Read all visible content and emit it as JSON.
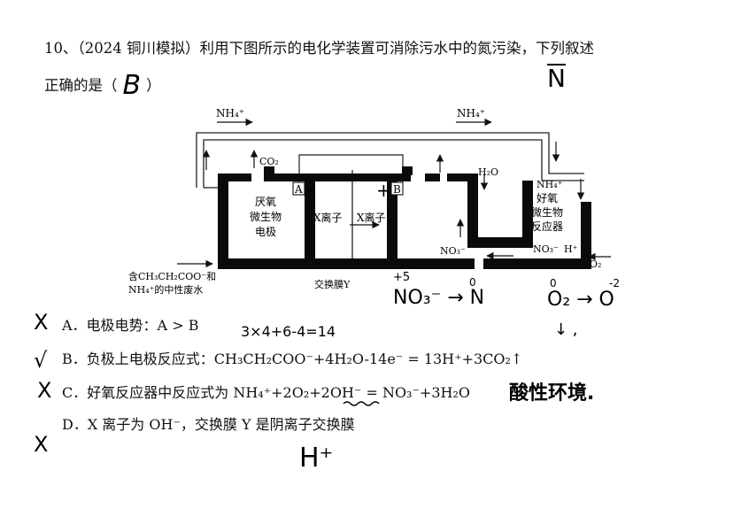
{
  "question": {
    "line1": "10、（2024 铜川模拟）利用下图所示的电化学装置可消除污水中的氮污染，下列叙述",
    "line2_prefix": "正确的是（",
    "line2_suffix": "）",
    "answer_handwritten": "B"
  },
  "diagram": {
    "nh4_left": "NH₄⁺",
    "nh4_right": "NH₄⁺",
    "co2": "CO₂",
    "h2o": "H₂O",
    "electrode_a": "A",
    "electrode_b": "B",
    "anaerobic_lines": [
      "厌氧",
      "微生物",
      "电极"
    ],
    "x_ion_left": "X离子",
    "x_ion_right": "X离子",
    "aerobic_lines": [
      "NH₄⁺",
      "好氧",
      "微生物",
      "反应器"
    ],
    "no3_mid": "NO₃⁻",
    "no3_right": "NO₃⁻",
    "h_plus": "H⁺",
    "o2": "O₂",
    "inlet_line1": "含CH₃CH₂COO⁻和",
    "inlet_line2": "NH₄⁺的中性废水",
    "membrane": "交换膜Y"
  },
  "options": [
    {
      "label": "A．电极电势：A > B"
    },
    {
      "label": "B．负极上电极反应式：CH₃CH₂COO⁻+4H₂O-14e⁻ = 13H⁺+3CO₂↑"
    },
    {
      "label": "C．好氧反应器中反应式为 NH₄⁺+2O₂+2OH⁻ = NO₃⁻+3H₂O"
    },
    {
      "label": "D．X 离子为 OH⁻，交换膜 Y 是阴离子交换膜"
    }
  ],
  "handwriting": {
    "n_bar": "N",
    "minus_sign": "-",
    "plus_sign": "+",
    "plus5": "+5",
    "no3_to_n": "NO₃⁻ → N",
    "zero_n": "0",
    "o2_to_o": "O₂ → O",
    "zero_o": "0",
    "minus2": "-2",
    "arrow_down": "↓ ,",
    "calc": "3×4+6-4=14",
    "acid_env": "酸性环境.",
    "h_plus": "H⁺",
    "marks": [
      "X",
      "√",
      "X",
      "X"
    ]
  }
}
